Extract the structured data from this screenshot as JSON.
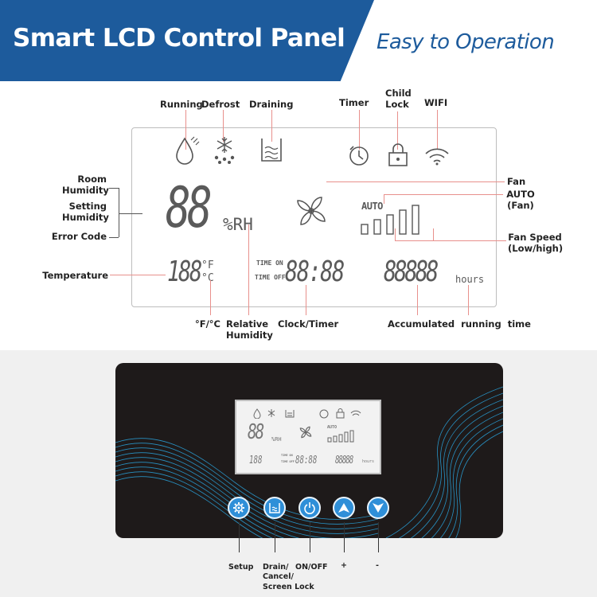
{
  "header": {
    "title": "Smart LCD Control Panel",
    "subtitle": "Easy to Operation"
  },
  "diagram": {
    "labels": {
      "running": "Running",
      "defrost": "Defrost",
      "draining": "Draining",
      "timer": "Timer",
      "child_lock": "Child\nLock",
      "wifi": "WIFI",
      "room_humidity": "Room\nHumidity",
      "setting_humidity": "Setting\nHumidity",
      "error_code": "Error Code",
      "temperature": "Temperature",
      "fan": "Fan",
      "auto_fan": "AUTO\n(Fan)",
      "fan_speed": "Fan Speed\n(Low/high)",
      "f_c": "°F/°C",
      "relative_humidity": "Relative\nHumidity",
      "clock_timer": "Clock/Timer",
      "accumulated": "Accumulated  running  time"
    },
    "lcd": {
      "humidity_digits": "88",
      "rh_unit": "%RH",
      "auto_text": "AUTO",
      "temp_digits": "188",
      "deg_f": "°F",
      "deg_c": "°C",
      "time_on": "TIME ON",
      "time_off": "TIME OFF",
      "clock_digits": "88:88",
      "hours_digits": "88888",
      "hours_unit": "hours"
    }
  },
  "product": {
    "mini_lcd": {
      "humidity": "88",
      "rh": "%RH",
      "auto": "AUTO",
      "temp": "188",
      "time_on": "TIME ON",
      "time_off": "TIME OFF",
      "clock": "88:88",
      "hours": "88888",
      "hours_unit": "hours"
    },
    "buttons": {
      "setup": "Setup",
      "drain": "Drain/\nCancel/\nScreen Lock",
      "onoff": "ON/OFF",
      "plus": "+",
      "minus": "-"
    }
  },
  "colors": {
    "brand_blue": "#1d5b9c",
    "button_blue": "#2f8fd8",
    "leader_line": "#e8908c",
    "panel": "#1e1a1a",
    "wave": "#2aa6e0"
  },
  "icons": [
    "drop-icon",
    "snowflake-icon",
    "drain-tank-icon",
    "timer-icon",
    "lock-icon",
    "wifi-icon",
    "fan-icon",
    "gear-icon",
    "power-icon",
    "up-arrow-icon",
    "down-arrow-icon"
  ]
}
